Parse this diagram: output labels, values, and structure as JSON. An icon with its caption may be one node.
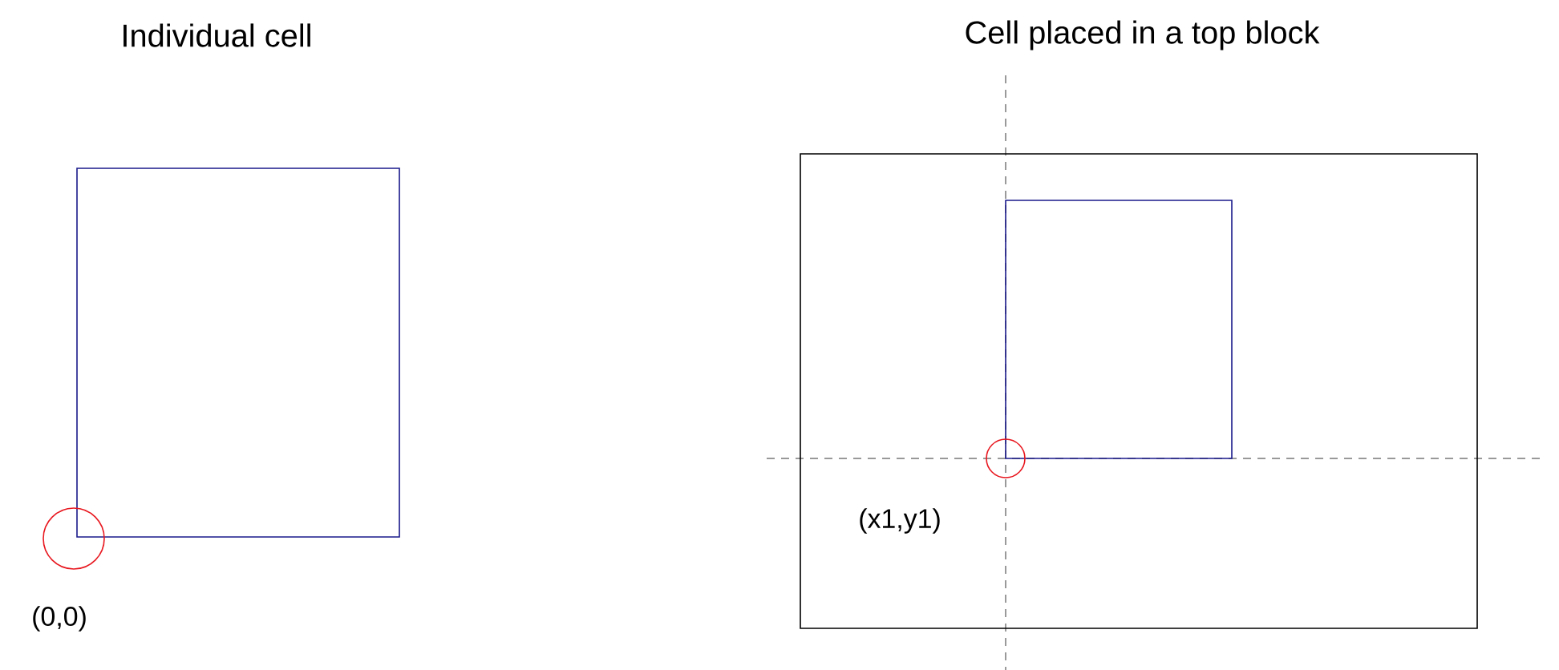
{
  "diagram": {
    "nodes": [
      {
        "text": [],
        "shape": "box"
      },
      {
        "text": [],
        "shape": "box"
      },
      {
        "text": [],
        "shape": "box",
        "in": 1
      }
    ],
    "labels": [
      "Individual cell",
      "Cell placed in a top block",
      "(0,0)",
      "(x1,y1)"
    ]
  }
}
